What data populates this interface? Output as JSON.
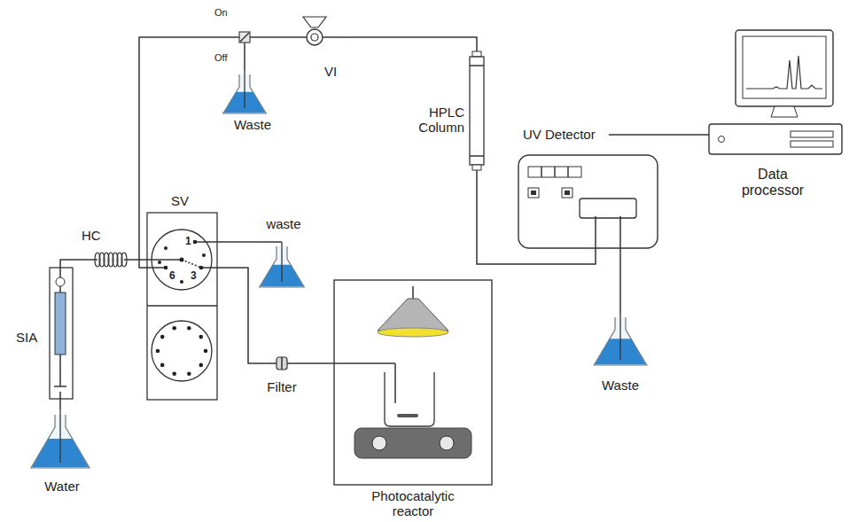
{
  "diagram": {
    "nodes": [
      {
        "text": [
          "On",
          "Off"
        ]
      },
      {
        "text": [
          "Waste"
        ]
      },
      {
        "text": [
          "VI"
        ]
      },
      {
        "text": [
          "HPLC Column"
        ]
      },
      {
        "text": [
          "UV Detector"
        ]
      },
      {
        "text": [
          "Data processor"
        ]
      },
      {
        "text": [
          "SV"
        ]
      },
      {
        "text": [
          "waste"
        ]
      },
      {
        "text": [
          "HC"
        ]
      },
      {
        "text": [
          "SIA"
        ]
      },
      {
        "text": [
          "Water"
        ]
      },
      {
        "text": [
          "Filter"
        ]
      },
      {
        "text": [
          "Photocatalytic reactor"
        ]
      },
      {
        "text": [
          "Waste"
        ]
      }
    ],
    "edges": [
      {
        "from": 10,
        "to": 9,
        "arrow": "none"
      },
      {
        "from": 9,
        "to": 8,
        "arrow": "none"
      },
      {
        "from": 8,
        "to": 6,
        "arrow": "none"
      },
      {
        "from": 6,
        "to": 0,
        "arrow": "none"
      },
      {
        "from": 0,
        "to": 1,
        "arrow": "none"
      },
      {
        "from": 0,
        "to": 2,
        "arrow": "none"
      },
      {
        "from": 2,
        "to": 3,
        "arrow": "none"
      },
      {
        "from": 3,
        "to": 4,
        "arrow": "none"
      },
      {
        "from": 4,
        "to": 5,
        "arrow": "none"
      },
      {
        "from": 4,
        "to": 13,
        "arrow": "none"
      },
      {
        "from": 6,
        "to": 7,
        "arrow": "none"
      },
      {
        "from": 12,
        "to": 11,
        "arrow": "none"
      },
      {
        "from": 11,
        "to": 6,
        "arrow": "none"
      }
    ],
    "labels": [
      "1",
      "6",
      "3"
    ]
  }
}
